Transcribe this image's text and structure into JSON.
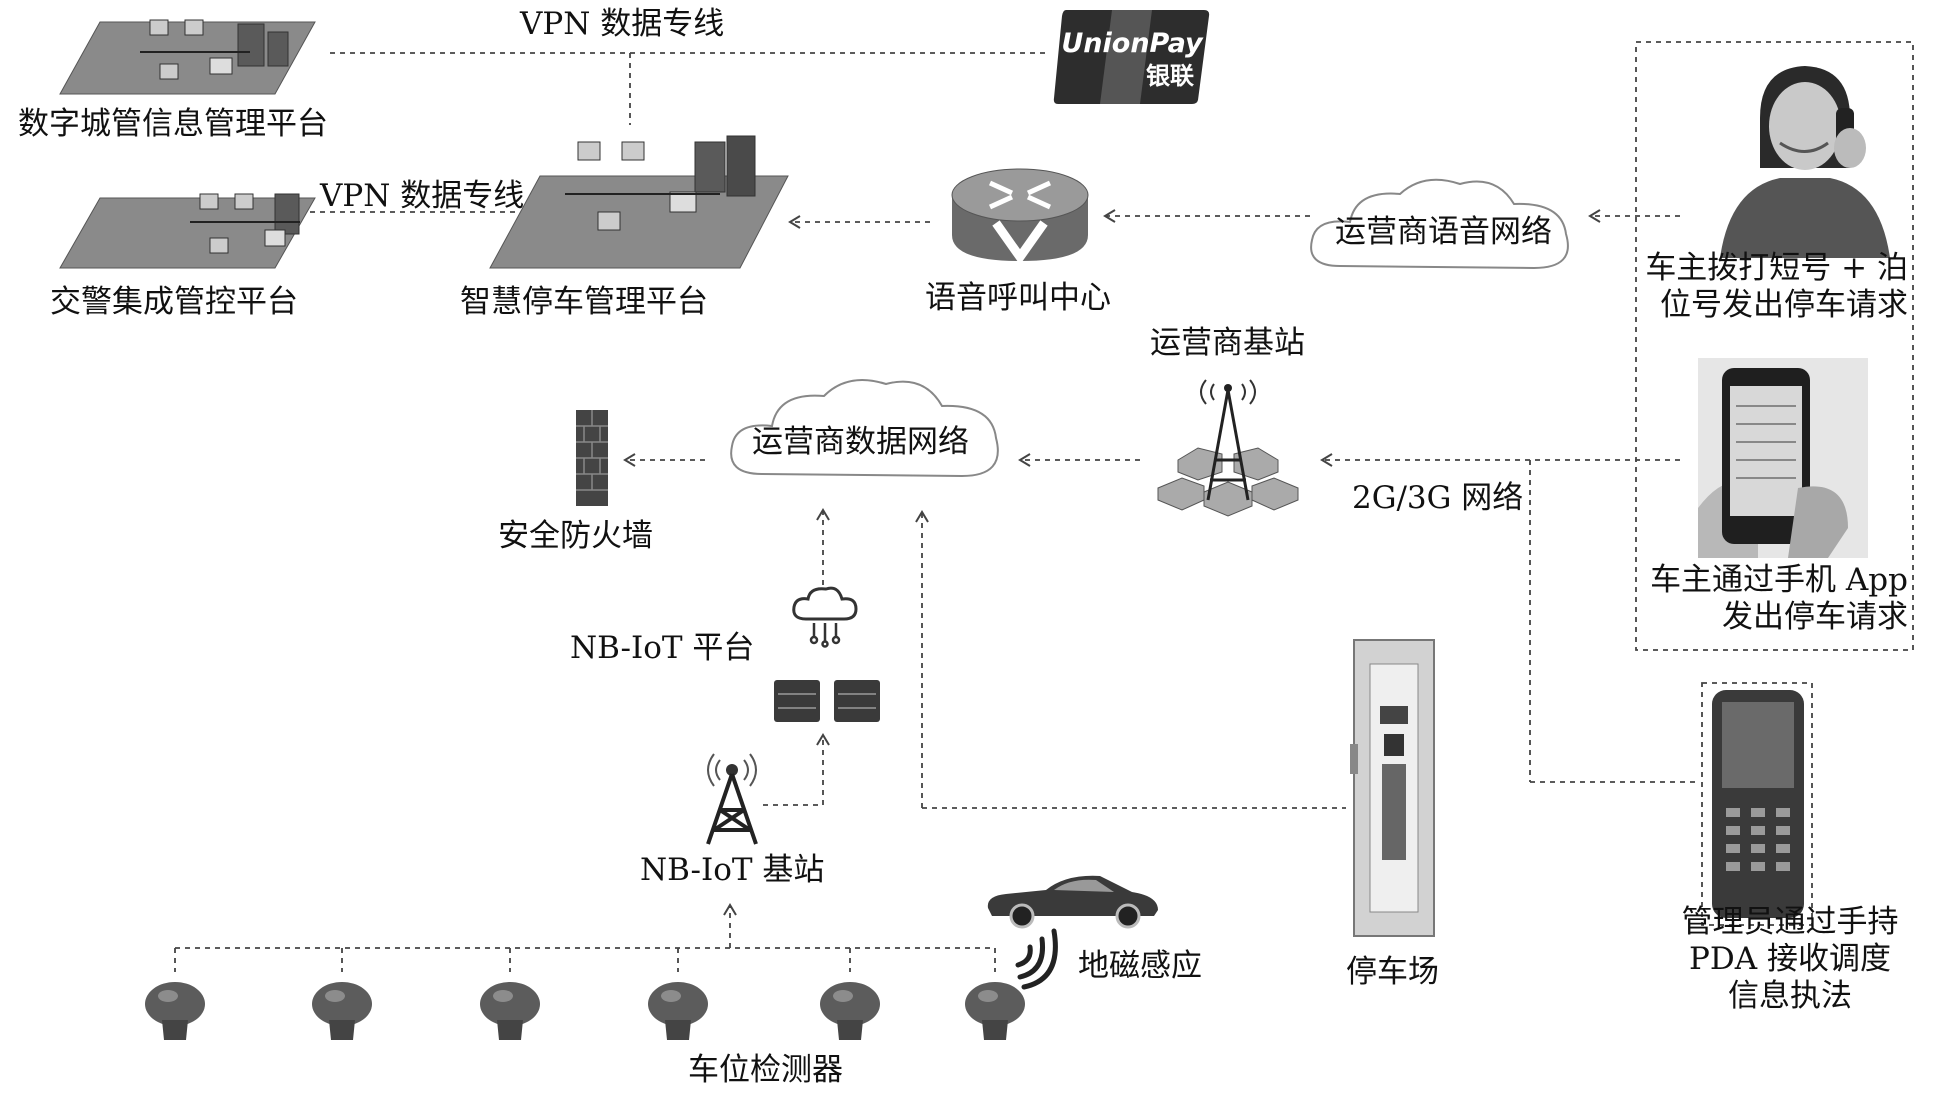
{
  "labels": {
    "vpn_top": "VPN 数据专线",
    "vpn_mid": "VPN 数据专线",
    "digital_city": "数字城管信息管理平台",
    "traffic_police": "交警集成管控平台",
    "smart_parking": "智慧停车管理平台",
    "voice_center": "语音呼叫中心",
    "carrier_voice": "运营商语音网络",
    "carrier_bs": "运营商基站",
    "carrier_data": "运营商数据网络",
    "firewall": "安全防火墙",
    "nbiot_platform": "NB-IoT 平台",
    "nbiot_bs": "NB-IoT 基站",
    "network_2g3g": "2G/3G 网络",
    "geomagnetic": "地磁感应",
    "parking_lot": "停车场",
    "detector": "车位检测器",
    "owner_call": [
      "车主拨打短号 + 泊",
      "位号发出停车请求"
    ],
    "owner_app": [
      "车主通过手机 App",
      "发出停车请求"
    ],
    "admin_pda": [
      "管理员通过手持",
      "PDA 接收调度",
      "信息执法"
    ],
    "unionpay_brand": "UnionPay",
    "unionpay_cn": "银联"
  },
  "icons": [
    "server-network-icon",
    "unionpay-logo",
    "router-icon",
    "cloud-icon",
    "firewall-icon",
    "cell-tower-icon",
    "iot-cloud-icon",
    "server-rack-icon",
    "sensor-icon",
    "sports-car-icon",
    "wave-signal-icon",
    "parking-kiosk-icon",
    "smartphone-icon",
    "pda-icon",
    "person-on-phone-icon"
  ],
  "colors": {
    "line": "#444444",
    "device": "#6f6f6f",
    "device_dark": "#3a3a3a",
    "unionpay_bg": "#2d2d2d"
  }
}
